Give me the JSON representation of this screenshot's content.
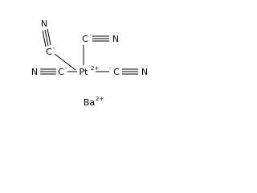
{
  "molecule": {
    "cyanide_ligands": [
      {
        "carbon": "C",
        "nitrogen": "N",
        "charge": "-"
      },
      {
        "carbon": "C",
        "nitrogen": "N",
        "charge": "-"
      },
      {
        "carbon": "C",
        "nitrogen": "N",
        "charge": "-"
      },
      {
        "carbon": "C",
        "nitrogen": "N",
        "charge": "-"
      }
    ],
    "metal_center": {
      "symbol": "Pt",
      "charge": "2+"
    },
    "counter_ion": {
      "symbol": "Ba",
      "charge": "2+"
    }
  }
}
